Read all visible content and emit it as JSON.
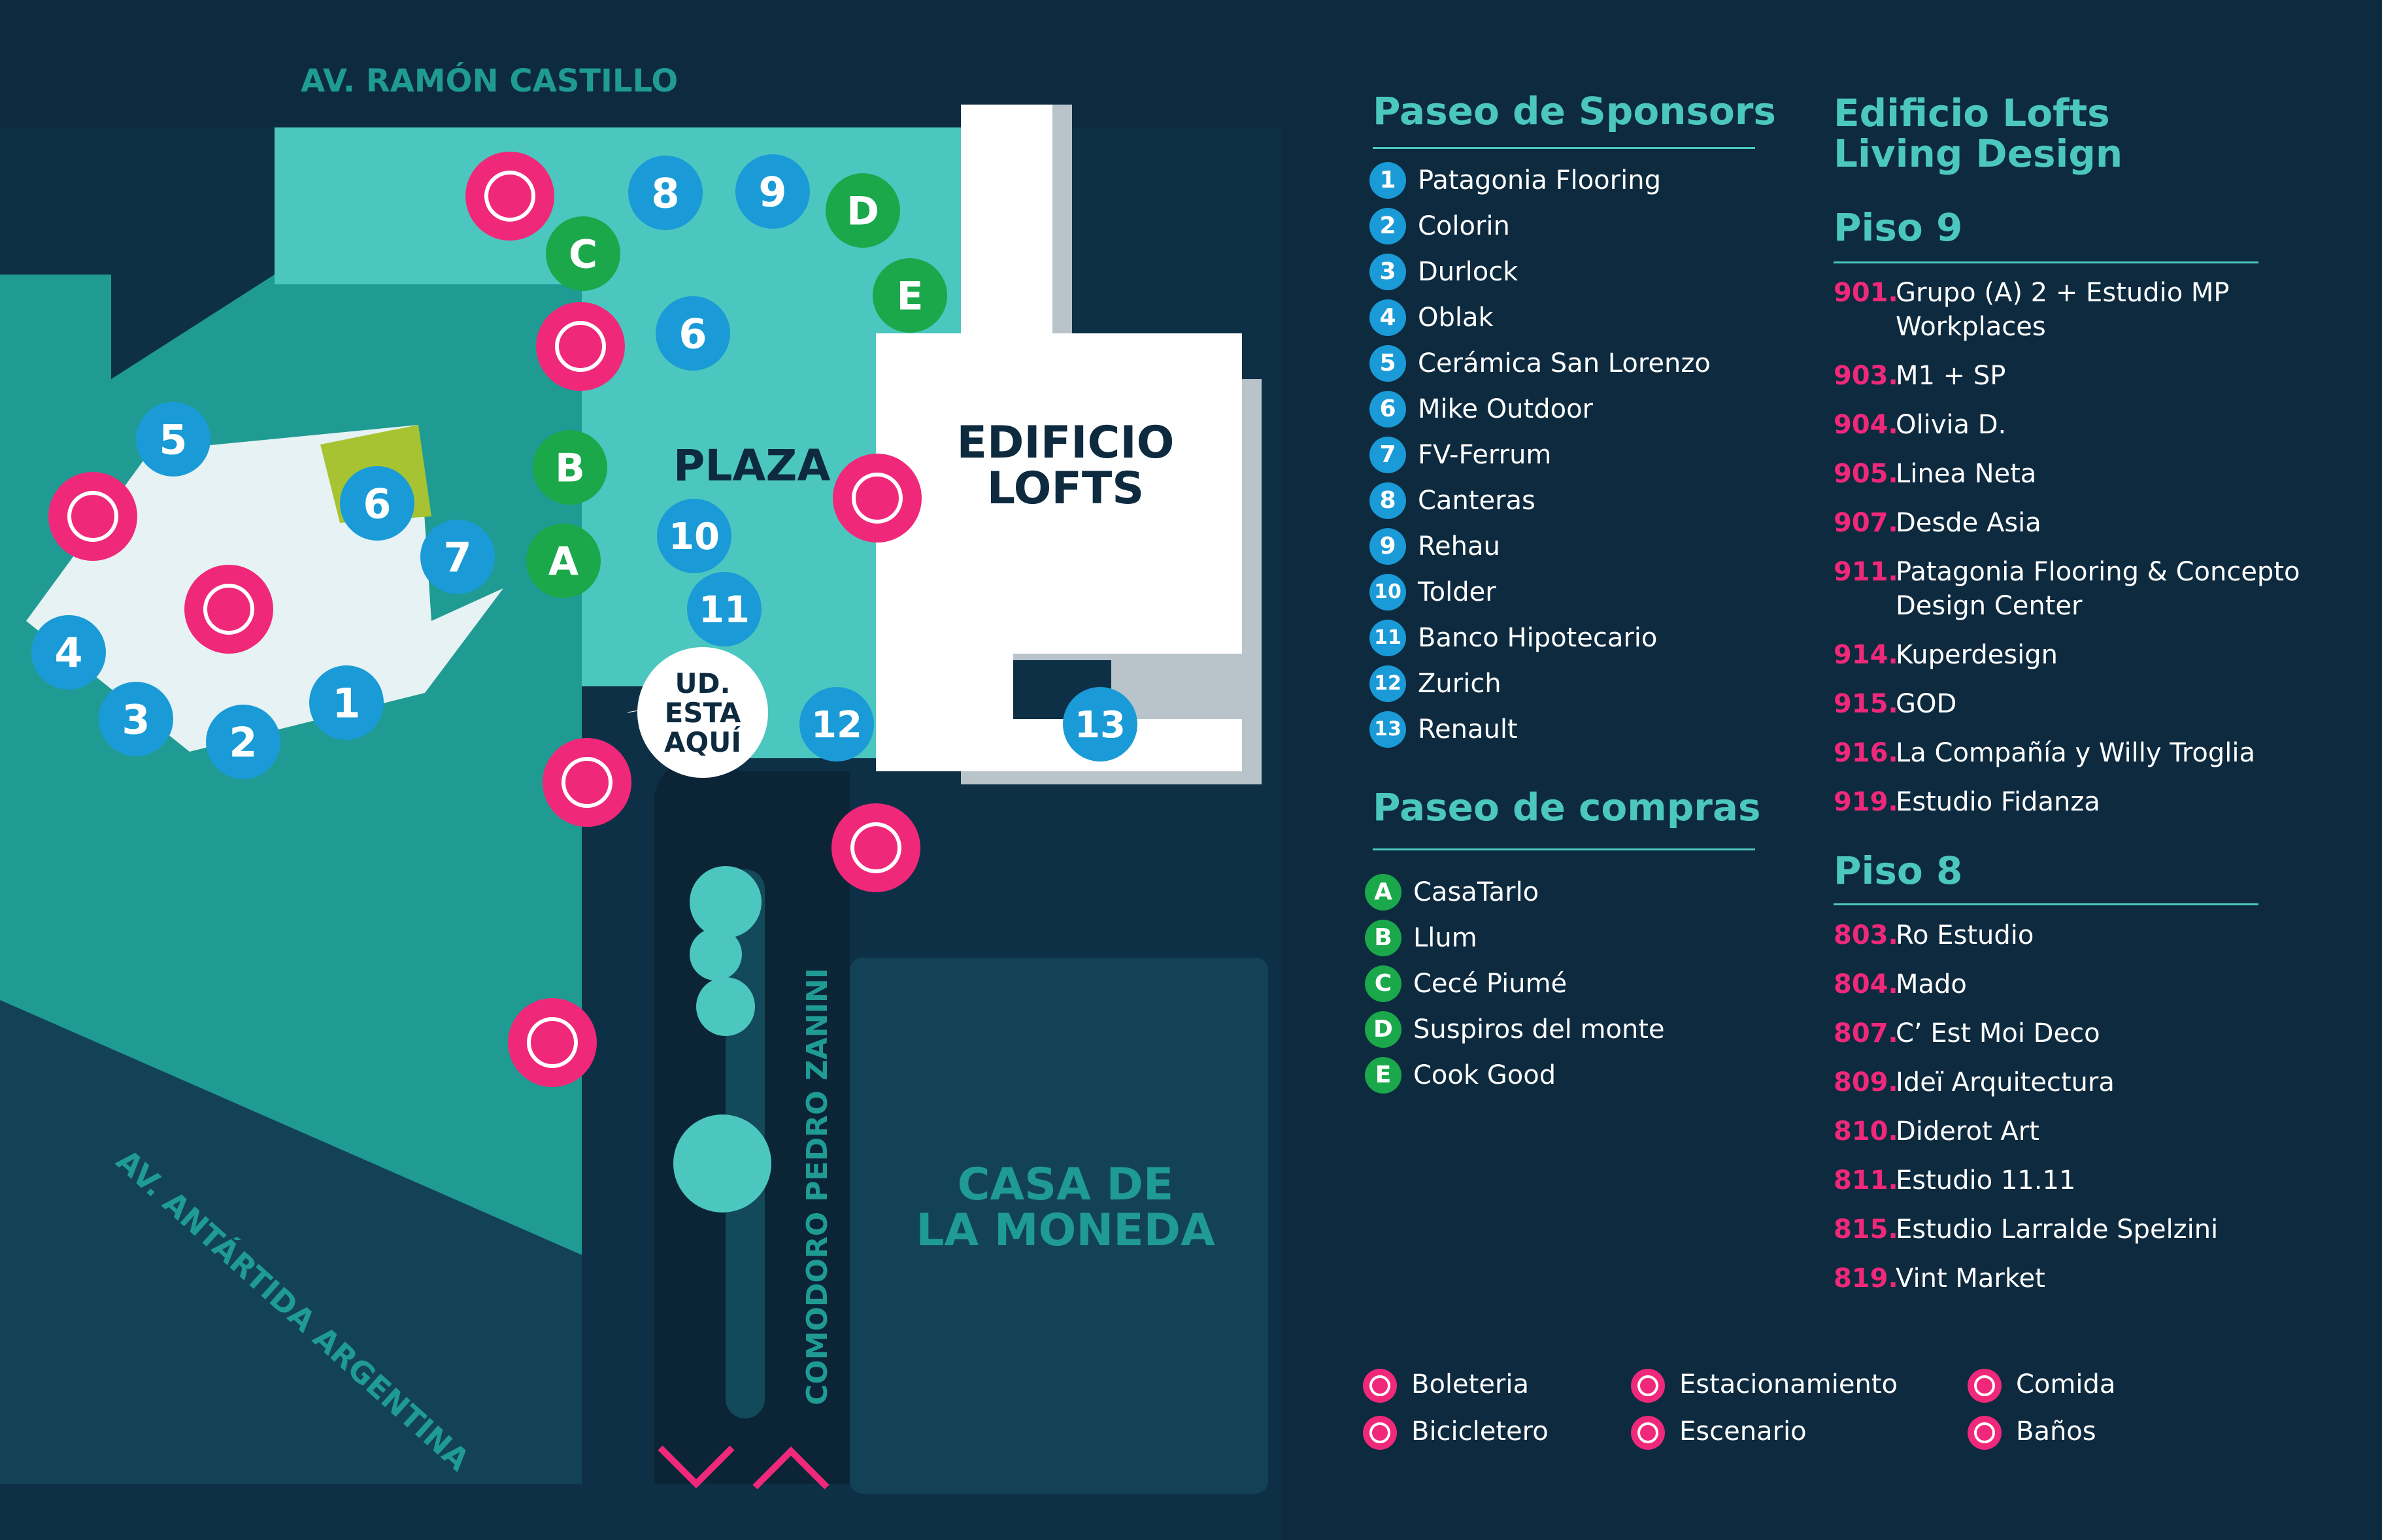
{
  "map": {
    "streets": {
      "north": "AV. RAMÓN CASTILLO",
      "southwest": "AV. ANTÁRTIDA ARGENTINA",
      "center": "COMODORO PEDRO ZANINI"
    },
    "areas": {
      "plaza": "PLAZA",
      "edificio_lofts_1": "EDIFICIO",
      "edificio_lofts_2": "LOFTS",
      "casa_moneda_1": "CASA DE",
      "casa_moneda_2": "LA MONEDA"
    },
    "you_are_here": [
      "UD.",
      "ESTA",
      "AQUÍ"
    ],
    "sponsor_markers": [
      "1",
      "2",
      "3",
      "4",
      "5",
      "6",
      "6",
      "7",
      "8",
      "9",
      "10",
      "11",
      "12",
      "13"
    ],
    "shop_markers": [
      "A",
      "B",
      "C",
      "D",
      "E"
    ],
    "amenity_markers": [
      "restroom-icon",
      "food-icon",
      "food-icon",
      "stage-icon",
      "ticket-icon",
      "bicycle-icon",
      "parking-icon",
      "parking-icon"
    ],
    "colors": {
      "sponsor": "#1a9bd7",
      "shop": "#1aa84a",
      "amenity": "#f0287a",
      "plaza": "#4cc7bf",
      "zone": "#1f9b93",
      "building": "#ffffff",
      "background": "#0d2a3f"
    }
  },
  "sponsors": {
    "title": "Paseo de Sponsors",
    "items": [
      {
        "badge": "1",
        "label": "Patagonia Flooring"
      },
      {
        "badge": "2",
        "label": "Colorin"
      },
      {
        "badge": "3",
        "label": "Durlock"
      },
      {
        "badge": "4",
        "label": "Oblak"
      },
      {
        "badge": "5",
        "label": "Cerámica San Lorenzo"
      },
      {
        "badge": "6",
        "label": "Mike Outdoor"
      },
      {
        "badge": "7",
        "label": "FV-Ferrum"
      },
      {
        "badge": "8",
        "label": "Canteras"
      },
      {
        "badge": "9",
        "label": "Rehau"
      },
      {
        "badge": "10",
        "label": "Tolder"
      },
      {
        "badge": "11",
        "label": "Banco Hipotecario"
      },
      {
        "badge": "12",
        "label": "Zurich"
      },
      {
        "badge": "13",
        "label": "Renault"
      }
    ]
  },
  "compras": {
    "title": "Paseo de compras",
    "items": [
      {
        "badge": "A",
        "label": "CasaTarlo"
      },
      {
        "badge": "B",
        "label": "Llum"
      },
      {
        "badge": "C",
        "label": "Cecé Piumé"
      },
      {
        "badge": "D",
        "label": "Suspiros del monte"
      },
      {
        "badge": "E",
        "label": "Cook Good"
      }
    ]
  },
  "lofts": {
    "title_1": "Edificio Lofts",
    "title_2": "Living Design",
    "piso9": {
      "title": "Piso 9",
      "rooms": [
        {
          "num": "901.",
          "label": "Grupo (A) 2 + Estudio MP",
          "label2": "Workplaces"
        },
        {
          "num": "903.",
          "label": "M1 + SP"
        },
        {
          "num": "904.",
          "label": "Olivia D."
        },
        {
          "num": "905.",
          "label": "Linea Neta"
        },
        {
          "num": "907.",
          "label": "Desde Asia"
        },
        {
          "num": "911.",
          "label": "Patagonia Flooring & Concepto",
          "label2": "Design Center"
        },
        {
          "num": "914.",
          "label": "Kuperdesign"
        },
        {
          "num": "915.",
          "label": "GOD"
        },
        {
          "num": "916.",
          "label": "La Compañía y Willy Troglia"
        },
        {
          "num": "919.",
          "label": "Estudio Fidanza"
        }
      ]
    },
    "piso8": {
      "title": "Piso 8",
      "rooms": [
        {
          "num": "803.",
          "label": "Ro Estudio"
        },
        {
          "num": "804.",
          "label": "Mado"
        },
        {
          "num": "807.",
          "label": "C’ Est Moi Deco"
        },
        {
          "num": "809.",
          "label": "Ideï Arquitectura"
        },
        {
          "num": "810.",
          "label": "Diderot Art"
        },
        {
          "num": "811.",
          "label": "Estudio 11.11"
        },
        {
          "num": "815.",
          "label": "Estudio Larralde Spelzini"
        },
        {
          "num": "819.",
          "label": "Vint Market"
        }
      ]
    }
  },
  "legend": {
    "items": [
      {
        "icon": "ticket-icon",
        "label": "Boleteria"
      },
      {
        "icon": "bicycle-icon",
        "label": "Bicicletero"
      },
      {
        "icon": "parking-icon",
        "label": "Estacionamiento"
      },
      {
        "icon": "stage-icon",
        "label": "Escenario"
      },
      {
        "icon": "food-icon",
        "label": "Comida"
      },
      {
        "icon": "restroom-icon",
        "label": "Baños"
      }
    ]
  }
}
